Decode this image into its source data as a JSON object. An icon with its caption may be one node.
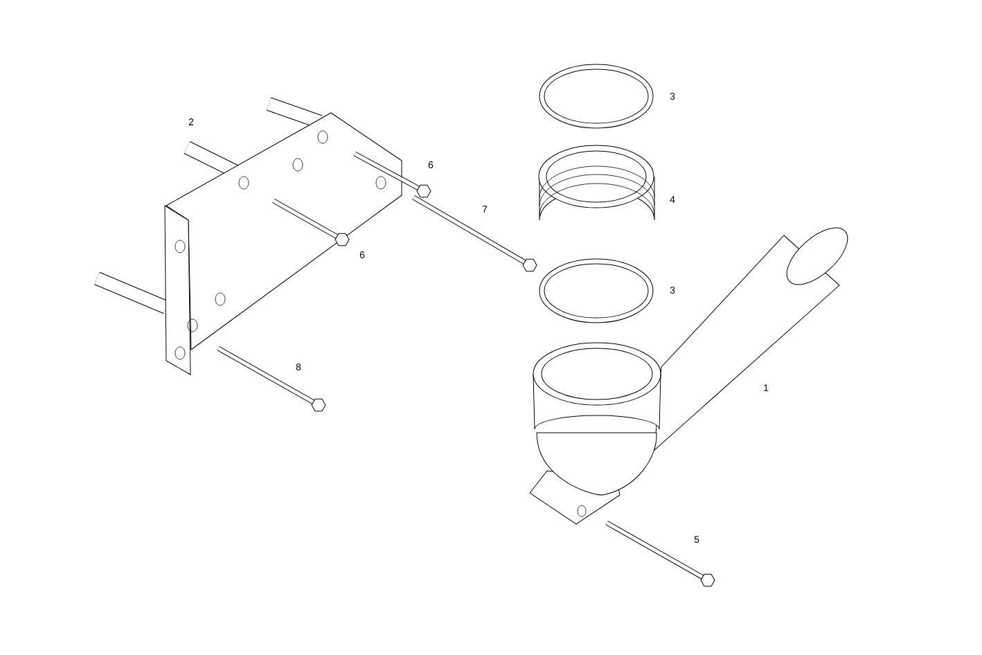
{
  "diagram": {
    "labels": [
      "3",
      "2",
      "6",
      "4",
      "7",
      "6",
      "3",
      "8",
      "1",
      "5"
    ]
  }
}
